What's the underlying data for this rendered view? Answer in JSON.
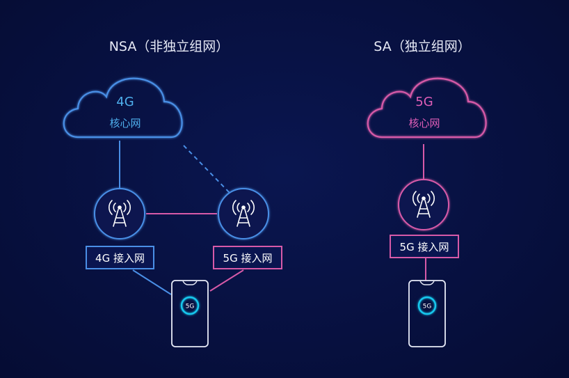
{
  "nsa": {
    "title": "NSA（非独立组网）",
    "core_top": "4G",
    "core_bottom": "核心网",
    "access_4g": "4G 接入网",
    "access_5g": "5G 接入网",
    "phone_badge": "5G"
  },
  "sa": {
    "title": "SA（独立组网）",
    "core_top": "5G",
    "core_bottom": "核心网",
    "access_5g": "5G 接入网",
    "phone_badge": "5G"
  },
  "colors": {
    "blue": "#4a8fe6",
    "blue_text": "#4fb0ee",
    "pink": "#d75aa8",
    "pink_text": "#e05eb8",
    "white": "#e8ecf8",
    "cyan": "#18c8ee",
    "background": "#07103f"
  },
  "icons": {
    "cloud": "cloud-icon",
    "tower": "cell-tower-icon",
    "phone": "smartphone-icon"
  }
}
